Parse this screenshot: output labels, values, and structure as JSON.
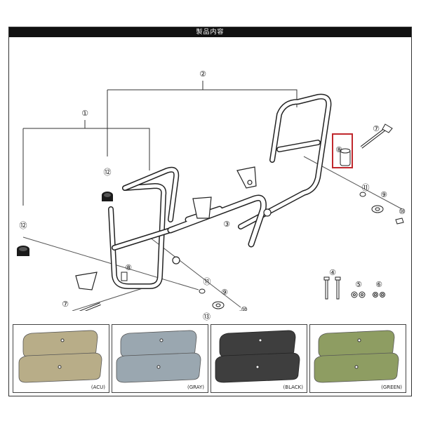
{
  "header": {
    "title": "製品内容"
  },
  "parts": {
    "p1": "①",
    "p2": "②",
    "p3": "③",
    "p4": "④",
    "p5": "⑤",
    "p6": "⑥",
    "p7": "⑦",
    "p8": "⑧",
    "p9": "⑨",
    "p10": "⑩",
    "p11": "⑪",
    "p12": "⑫",
    "p13": "⑬"
  },
  "variants": [
    {
      "label": "(ACU)",
      "color": "#b8ad88"
    },
    {
      "label": "(GRAY)",
      "color": "#9aa7b0"
    },
    {
      "label": "(BLACK)",
      "color": "#3e3e3e"
    },
    {
      "label": "(GREEN)",
      "color": "#8e9d62"
    }
  ],
  "highlight": {
    "color": "#c0282d"
  }
}
